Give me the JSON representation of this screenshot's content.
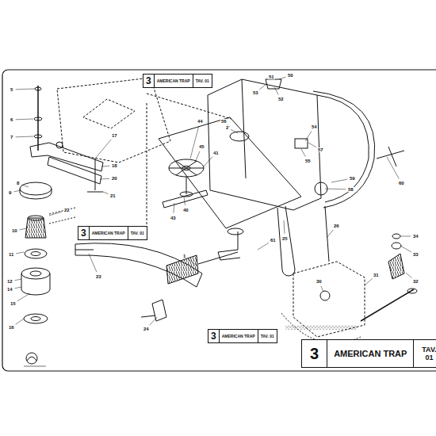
{
  "diagram": {
    "nodes": [
      {
        "text": [
          "3",
          "AMERICAN TRAP",
          "TAV. 01"
        ]
      },
      {
        "text": [
          "3",
          "AMERICAN TRAP",
          "TAV. 01"
        ]
      },
      {
        "text": [
          "3",
          "AMERICAN TRAP",
          "TAV. 01"
        ]
      },
      {
        "text": [
          "3",
          "AMERICAN TRAP",
          "TAV. 01"
        ]
      }
    ],
    "labels": [
      "51",
      "50",
      "52",
      "53",
      "56",
      "54",
      "57",
      "55",
      "58",
      "60",
      "59",
      "2",
      "44",
      "45",
      "41",
      "40",
      "43",
      "1",
      "61",
      "5",
      "6",
      "7",
      "8",
      "9",
      "10",
      "11",
      "12",
      "14",
      "15",
      "16",
      "17",
      "18",
      "20",
      "21",
      "22",
      "23",
      "24",
      "25",
      "26",
      "30",
      "31",
      "32",
      "33",
      "34"
    ]
  }
}
